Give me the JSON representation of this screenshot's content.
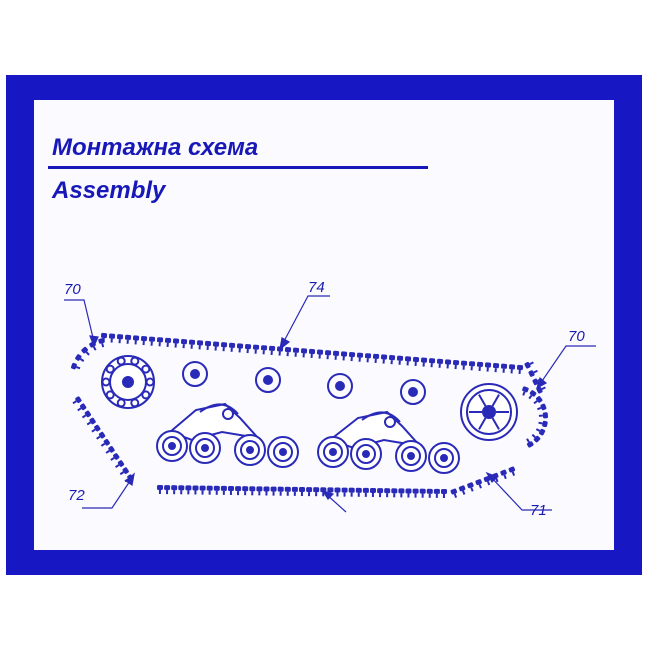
{
  "header": {
    "title_bg": "Монтажна схема",
    "title_en": "Assembly"
  },
  "callouts": {
    "left_top": "70",
    "top_track": "74",
    "right_top": "70",
    "left_bottom": "72",
    "right_bottom": "71"
  },
  "colors": {
    "frame": "#1717c4",
    "ink": "#2a2ab8",
    "panel": "#fbfbff"
  }
}
